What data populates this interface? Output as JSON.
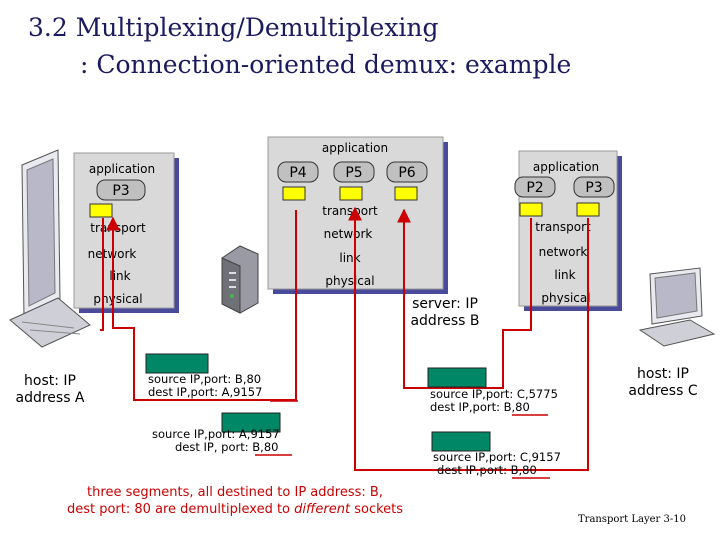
{
  "title": {
    "line1": "3.2 Multiplexing/Demultiplexing",
    "line2": ": Connection-oriented demux: example"
  },
  "host_a": {
    "label": "host: IP\naddress A",
    "layers": [
      "application",
      "transport",
      "network",
      "link",
      "physical"
    ],
    "process": "P3"
  },
  "server_b": {
    "label": "server: IP\naddress B",
    "layers": [
      "application",
      "transport",
      "network",
      "link",
      "physical"
    ],
    "processes": [
      "P4",
      "P5",
      "P6"
    ]
  },
  "host_c": {
    "label": "host: IP\naddress C",
    "layers": [
      "application",
      "transport",
      "network",
      "link",
      "physical"
    ],
    "processes": [
      "P2",
      "P3"
    ]
  },
  "segments": [
    {
      "src": "source IP,port: B,80",
      "dst": "dest IP,port: A,9157"
    },
    {
      "src": "source IP,port: A,9157",
      "dst": "dest IP, port: B,80"
    },
    {
      "src": "source IP,port: C,5775",
      "dst": "dest IP,port: B,80"
    },
    {
      "src": "source IP,port: C,9157",
      "dst": "dest IP,port: B,80"
    }
  ],
  "caption": {
    "line1": "three segments, all destined to IP address: B,",
    "line2_a": "dest port: 80 are demultiplexed to ",
    "line2_b": "different",
    "line2_c": " sockets"
  },
  "footer": "Transport Layer 3-10",
  "colors": {
    "title": "#1a1a5e",
    "stack_fill": "#d9d9d9",
    "stack_shadow": "#4a4a9a",
    "process_fill": "#c0c0c0",
    "socket_fill": "#ffff00",
    "packet_fill": "#008866",
    "arrow": "#cc0000"
  }
}
